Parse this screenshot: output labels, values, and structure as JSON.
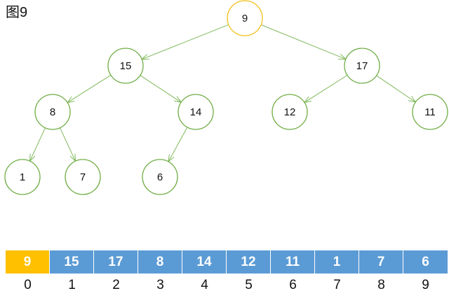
{
  "figure_title": "图9",
  "colors": {
    "edge": "#7fb85a",
    "node_border": "#70ad47",
    "highlight_border": "#f2c018",
    "cell_fill": "#5b9bd5",
    "cell_highlight_fill": "#ffc000"
  },
  "tree": {
    "highlighted_node": "n0",
    "nodes": [
      {
        "id": "n0",
        "label": "9"
      },
      {
        "id": "n1",
        "label": "15"
      },
      {
        "id": "n2",
        "label": "17"
      },
      {
        "id": "n3",
        "label": "8"
      },
      {
        "id": "n4",
        "label": "14"
      },
      {
        "id": "n5",
        "label": "12"
      },
      {
        "id": "n6",
        "label": "11"
      },
      {
        "id": "n7",
        "label": "1"
      },
      {
        "id": "n8",
        "label": "7"
      },
      {
        "id": "n9",
        "label": "6"
      }
    ],
    "edges": [
      {
        "from": "n0",
        "to": "n1"
      },
      {
        "from": "n0",
        "to": "n2"
      },
      {
        "from": "n1",
        "to": "n3"
      },
      {
        "from": "n1",
        "to": "n4"
      },
      {
        "from": "n2",
        "to": "n5"
      },
      {
        "from": "n2",
        "to": "n6"
      },
      {
        "from": "n3",
        "to": "n7"
      },
      {
        "from": "n3",
        "to": "n8"
      },
      {
        "from": "n4",
        "to": "n9"
      }
    ]
  },
  "array": {
    "values": [
      "9",
      "15",
      "17",
      "8",
      "14",
      "12",
      "11",
      "1",
      "7",
      "6"
    ],
    "indices": [
      "0",
      "1",
      "2",
      "3",
      "4",
      "5",
      "6",
      "7",
      "8",
      "9"
    ],
    "highlighted_index": 0
  }
}
